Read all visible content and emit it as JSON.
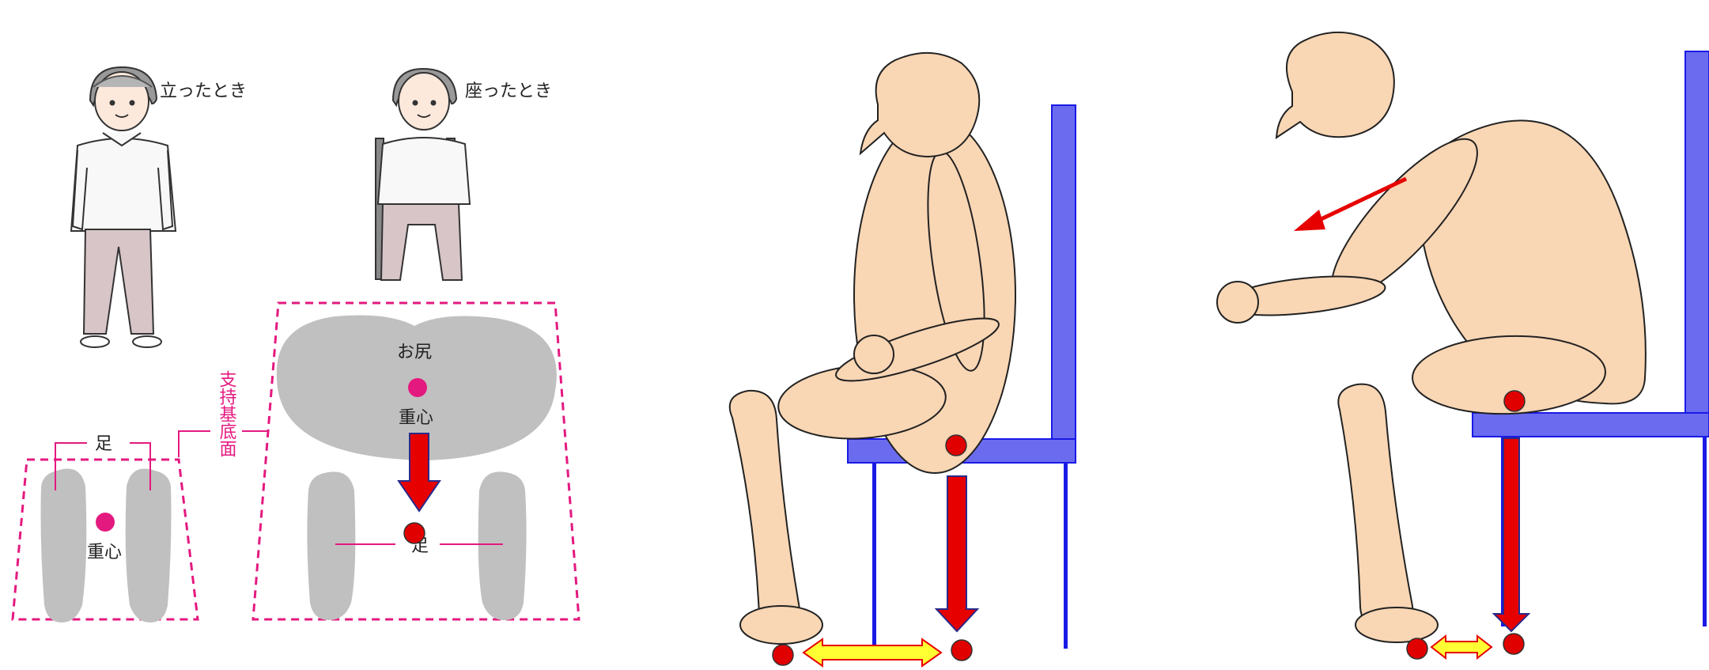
{
  "labels": {
    "standing": "立ったとき",
    "sitting": "座ったとき",
    "foot_small": "足",
    "center_small": "重心",
    "support_base": "支持基底面",
    "buttocks": "お尻",
    "center_large": "重心",
    "foot_large": "足"
  },
  "colors": {
    "skin": "#f9d6b4",
    "chair": "#6b6bf0",
    "chair_leg": "#1a1ae6",
    "arrow_red": "#e60000",
    "dot_red": "#e00000",
    "pink": "#e4197f",
    "gray_shape": "#c0c0c0",
    "double_arrow_fill": "#ffff33",
    "double_arrow_stroke": "#e60000"
  },
  "icons": {
    "person_standing": "elderly-man-standing-icon",
    "person_sitting": "elderly-man-sitting-icon"
  }
}
